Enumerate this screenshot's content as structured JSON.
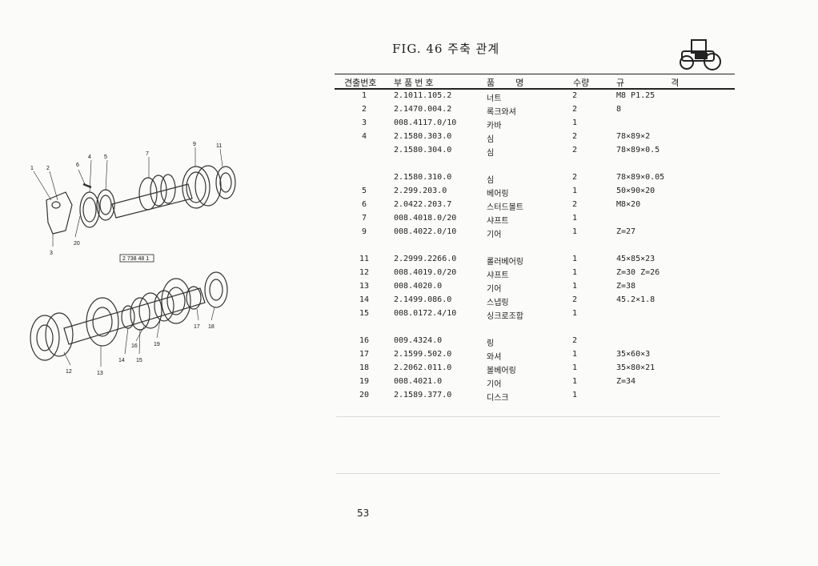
{
  "figure_title": "FIG. 46 주축 관계",
  "table": {
    "headers": {
      "no": "견출번호",
      "part_no": "부품번호",
      "name": "품명",
      "qty": "수량",
      "spec": "규격"
    },
    "rows": [
      {
        "no": "1",
        "part_no": "2.1011.105.2",
        "name": "너트",
        "qty": "2",
        "spec": "M8 P1.25"
      },
      {
        "no": "2",
        "part_no": "2.1470.004.2",
        "name": "록크와셔",
        "qty": "2",
        "spec": "8"
      },
      {
        "no": "3",
        "part_no": "008.4117.0/10",
        "name": "카바",
        "qty": "1",
        "spec": ""
      },
      {
        "no": "4",
        "part_no": "2.1580.303.0",
        "name": "심",
        "qty": "2",
        "spec": "78×89×2"
      },
      {
        "no": "",
        "part_no": "2.1580.304.0",
        "name": "심",
        "qty": "2",
        "spec": "78×89×0.5"
      },
      {
        "no": "",
        "part_no": "2.1580.310.0",
        "name": "심",
        "qty": "2",
        "spec": "78×89×0.05"
      },
      {
        "no": "5",
        "part_no": "2.299.203.0",
        "name": "베어링",
        "qty": "1",
        "spec": "50×90×20"
      },
      {
        "no": "6",
        "part_no": "2.0422.203.7",
        "name": "스터드볼트",
        "qty": "2",
        "spec": "M8×20"
      },
      {
        "no": "7",
        "part_no": "008.4018.0/20",
        "name": "샤프트",
        "qty": "1",
        "spec": ""
      },
      {
        "no": "9",
        "part_no": "008.4022.0/10",
        "name": "기어",
        "qty": "1",
        "spec": "Z=27"
      },
      {
        "no": "11",
        "part_no": "2.2999.2266.0",
        "name": "롤러베어링",
        "qty": "1",
        "spec": "45×85×23"
      },
      {
        "no": "12",
        "part_no": "008.4019.0/20",
        "name": "샤프트",
        "qty": "1",
        "spec": "Z=30 Z=26"
      },
      {
        "no": "13",
        "part_no": "008.4020.0",
        "name": "기어",
        "qty": "1",
        "spec": "Z=38"
      },
      {
        "no": "14",
        "part_no": "2.1499.086.0",
        "name": "스냅링",
        "qty": "2",
        "spec": "45.2×1.8"
      },
      {
        "no": "15",
        "part_no": "008.0172.4/10",
        "name": "싱크로조합",
        "qty": "1",
        "spec": ""
      },
      {
        "no": "16",
        "part_no": "009.4324.0",
        "name": "링",
        "qty": "2",
        "spec": ""
      },
      {
        "no": "17",
        "part_no": "2.1599.502.0",
        "name": "와셔",
        "qty": "1",
        "spec": "35×60×3"
      },
      {
        "no": "18",
        "part_no": "2.2062.011.0",
        "name": "볼베어링",
        "qty": "1",
        "spec": "35×80×21"
      },
      {
        "no": "19",
        "part_no": "008.4021.0",
        "name": "기어",
        "qty": "1",
        "spec": "Z=34"
      },
      {
        "no": "20",
        "part_no": "2.1589.377.0",
        "name": "디스크",
        "qty": "1",
        "spec": ""
      }
    ]
  },
  "diagram": {
    "callouts": [
      "1",
      "2",
      "3",
      "4",
      "5",
      "6",
      "7",
      "9",
      "11",
      "20",
      "12",
      "13",
      "14",
      "15",
      "16",
      "17",
      "18",
      "19"
    ],
    "ref_box": "2 738 48 1"
  },
  "page_number": "53",
  "colors": {
    "ink": "#1e1e1e",
    "paper": "#fbfbf9"
  },
  "icons": {
    "tractor": "tractor-icon"
  }
}
